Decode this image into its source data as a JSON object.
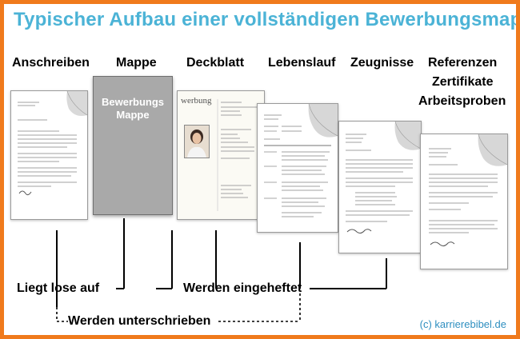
{
  "title": "Typischer Aufbau einer vollständigen Bewerbungsmappe:",
  "labels": {
    "anschreiben": "Anschreiben",
    "mappe": "Mappe",
    "deckblatt": "Deckblatt",
    "lebenslauf": "Lebenslauf",
    "zeugnisse": "Zeugnisse",
    "referenzen": "Referenzen",
    "zertifikate": "Zertifikate",
    "arbeitsproben": "Arbeitsproben"
  },
  "mappe_text_line1": "Bewerbungs",
  "mappe_text_line2": "Mappe",
  "deckblatt_text": "werbung",
  "bottom": {
    "liegt_lose": "Liegt lose auf",
    "eingeheftet": "Werden eingeheftet",
    "unterschrieben": "Werden unterschrieben"
  },
  "credit": "(c) karrierebibel.de",
  "colors": {
    "title": "#4bb3d6",
    "border": "#f07a1c",
    "credit": "#2f8fc0",
    "mappe": "#a9a9a9"
  }
}
